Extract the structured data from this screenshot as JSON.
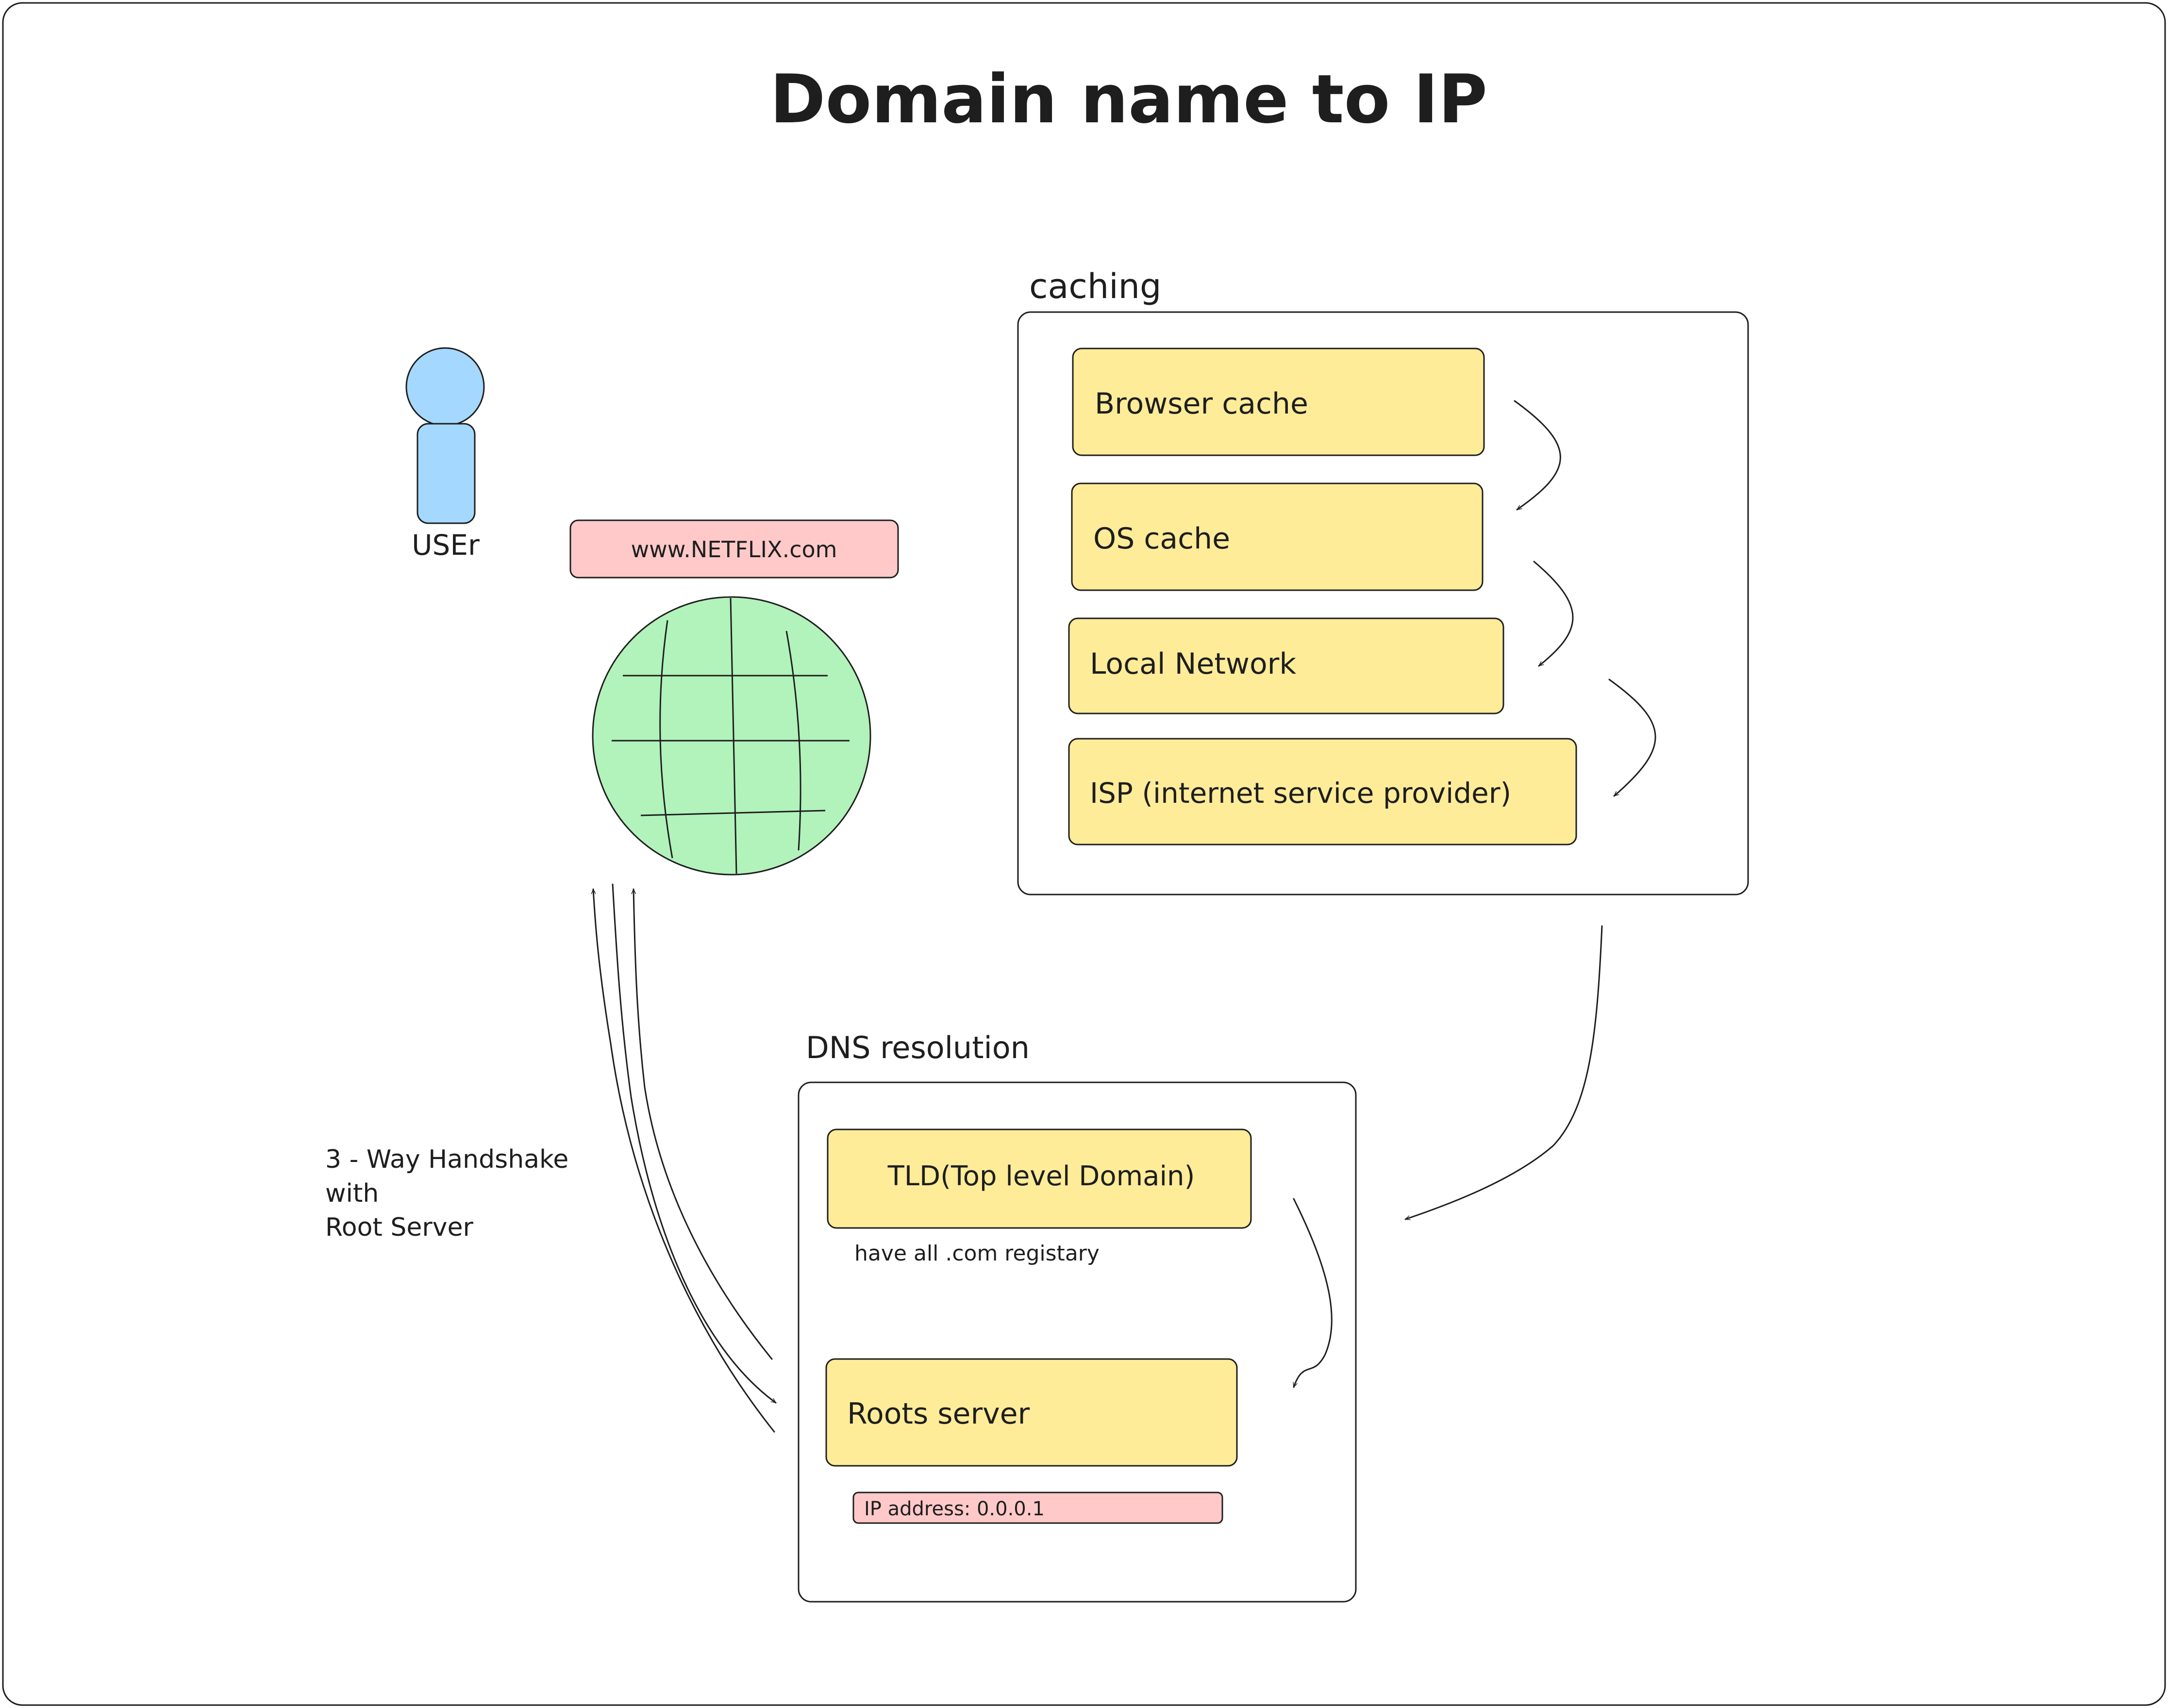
{
  "title": "Domain name to IP",
  "colors": {
    "stroke": "#1e1e1e",
    "user": "#a5d8ff",
    "globe": "#b2f2bb",
    "cache_box": "#ffec99",
    "pink": "#ffc9c9",
    "background": "#ffffff"
  },
  "user": {
    "label": "USEr"
  },
  "url": {
    "label": "www.NETFLIX.com"
  },
  "caching": {
    "label": "caching",
    "items": [
      "Browser cache",
      "OS cache",
      "Local Network",
      "ISP (internet service provider)"
    ]
  },
  "dns": {
    "label": "DNS resolution",
    "tld": "TLD(Top level Domain)",
    "tld_note": "have all .com registary",
    "roots": "Roots server",
    "ip": "IP address: 0.0.0.1"
  },
  "handshake": {
    "line1": "3 - Way Handshake",
    "line2": "with",
    "line3": "Root Server"
  }
}
